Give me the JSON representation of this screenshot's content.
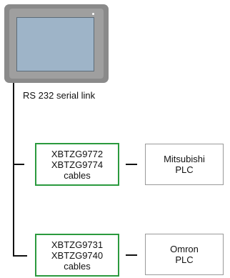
{
  "link_label": "RS 232 serial link",
  "groups": [
    {
      "cable_lines": [
        "XBTZG9772",
        "XBTZG9774",
        "cables"
      ],
      "plc_lines": [
        "Mitsubishi",
        "PLC"
      ]
    },
    {
      "cable_lines": [
        "XBTZG9731",
        "XBTZG9740",
        "cables"
      ],
      "plc_lines": [
        "Omron",
        "PLC"
      ]
    }
  ],
  "colors": {
    "cable_border": "#2b9a3e",
    "plc_border": "#9a9a9a",
    "hmi_screen": "#9eb4c8",
    "hmi_frame": "#8a8a8a"
  }
}
